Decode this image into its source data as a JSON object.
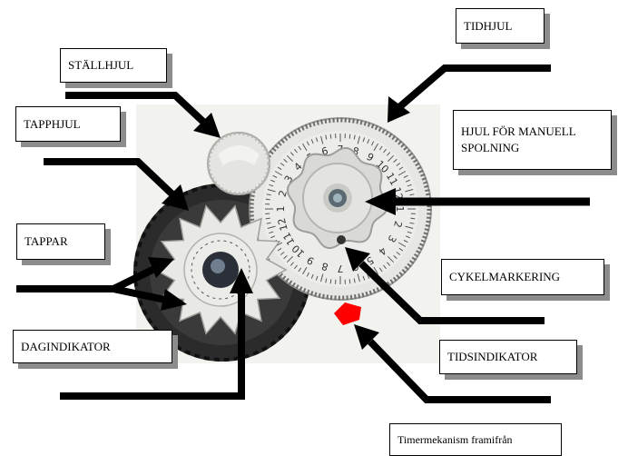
{
  "labels": {
    "tidhjul": "TIDHJUL",
    "stallhjul": "STÄLLHJUL",
    "tapphjul": "TAPPHJUL",
    "manuell_line1": "HJUL FÖR MANUELL",
    "manuell_line2": "SPOLNING",
    "tappar": "TAPPAR",
    "cykelmarkering": "CYKELMARKERING",
    "dagindikator": "DAGINDIKATOR",
    "tidsindikator": "TIDSINDIKATOR",
    "caption": "Timermekanism framifrån"
  },
  "dial_numbers": [
    "7",
    "8",
    "9",
    "10",
    "11",
    "12",
    "1",
    "2",
    "3",
    "4",
    "5",
    "6",
    "7",
    "8",
    "9",
    "10",
    "11",
    "12",
    "1",
    "2",
    "3",
    "4",
    "5",
    "6"
  ],
  "colors": {
    "arrow": "#000000",
    "label_shadow": "#8c8c8c",
    "wheel": "#dcdcd8",
    "dark_wheel": "#2b2b2b",
    "indicator": "#ff0000"
  }
}
